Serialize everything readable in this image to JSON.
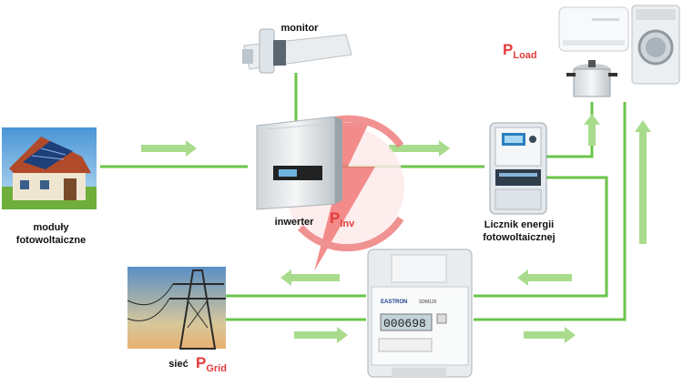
{
  "labels": {
    "pv_modules_line1": "moduły",
    "pv_modules_line2": "fotowoltaiczne",
    "monitor": "monitor",
    "inverter": "inwerter",
    "pv_meter_line1": "Licznik energii",
    "pv_meter_line2": "fotowoltaicznej",
    "grid": "sieć"
  },
  "power_labels": {
    "inverter": {
      "symbol": "P",
      "subscript": "Inv"
    },
    "load": {
      "symbol": "P",
      "subscript": "Load"
    },
    "grid": {
      "symbol": "P",
      "subscript": "Grid"
    }
  },
  "meter_display": "000698",
  "meter_brand": "EASTRON",
  "meter_model": "SDM120",
  "colors": {
    "flow_line": "#6bc44a",
    "arrow": "#a8dc8c",
    "power_label": "#e53b3b",
    "logo": "#ee5a5a",
    "text": "#111111"
  },
  "icons": [
    "solar-house-icon",
    "monitor-device-icon",
    "inverter-icon",
    "energy-meter-icon",
    "air-conditioner-icon",
    "washing-machine-icon",
    "pressure-cooker-icon",
    "power-tower-icon",
    "din-meter-icon",
    "lightning-logo-icon"
  ]
}
